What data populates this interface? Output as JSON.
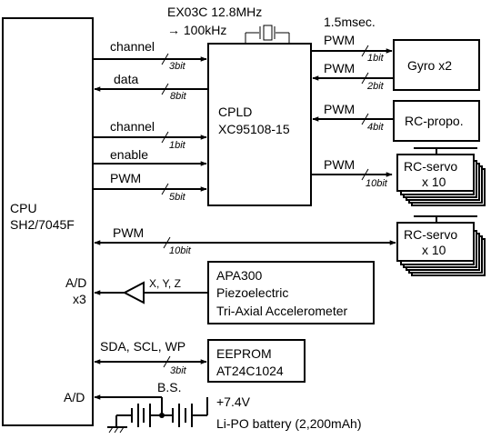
{
  "cpu": {
    "line1": "CPU",
    "line2": "SH2/7045F",
    "ad_x3_a": "A/D",
    "ad_x3_b": "x3",
    "ad": "A/D"
  },
  "oscillator": {
    "line1": "EX03C 12.8MHz",
    "line2": "→ 100kHz"
  },
  "cpld": {
    "line1": "CPLD",
    "line2": "XC95108-15"
  },
  "gyro": "Gyro x2",
  "rc_propo": "RC-propo.",
  "rc_servo_a": {
    "line1": "RC-servo",
    "line2": "x 10"
  },
  "rc_servo_b": {
    "line1": "RC-servo",
    "line2": "x 10"
  },
  "accelerometer": {
    "line1": "APA300",
    "line2": "Piezoelectric",
    "line3": "Tri-Axial Accelerometer"
  },
  "eeprom": {
    "line1": "EEPROM",
    "line2": "AT24C1024"
  },
  "battery": {
    "bs": "B.S.",
    "voltage": "+7.4V",
    "desc": "Li-PO battery (2,200mAh)"
  },
  "signals": {
    "channel1": "channel",
    "channel1_bits": "3bit",
    "data": "data",
    "data_bits": "8bit",
    "channel2": "channel",
    "channel2_bits": "1bit",
    "enable": "enable",
    "pwm1": "PWM",
    "pwm1_bits": "5bit",
    "pwm_gyro_time": "1.5msec.",
    "pwm_gyro_out": "PWM",
    "pwm_gyro_out_bits": "1bit",
    "pwm_gyro_in": "PWM",
    "pwm_gyro_in_bits": "2bit",
    "pwm_rc": "PWM",
    "pwm_rc_bits": "4bit",
    "pwm_servo": "PWM",
    "pwm_servo_bits": "10bit",
    "pwm_cpu_servo": "PWM",
    "pwm_cpu_servo_bits": "10bit",
    "xyz": "X, Y, Z",
    "i2c": "SDA, SCL, WP",
    "i2c_bits": "3bit"
  }
}
